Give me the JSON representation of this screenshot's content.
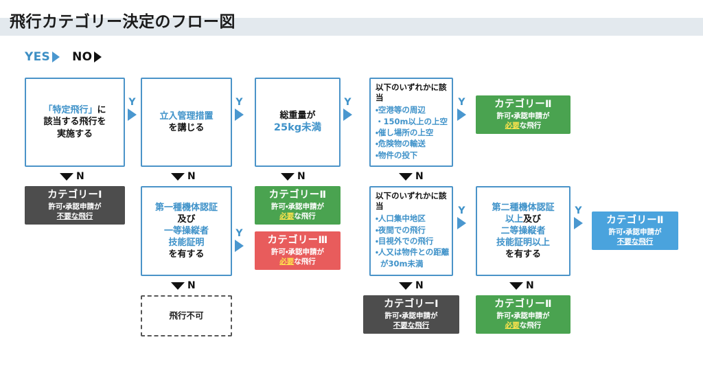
{
  "header": {
    "title": "飛行カテゴリー決定のフロー図"
  },
  "legend": {
    "yes_label": "YES",
    "no_label": "NO",
    "yes_icon": "triangle-right-icon",
    "no_icon": "triangle-right-icon"
  },
  "connectors": {
    "yes_label": "Y",
    "no_label": "N"
  },
  "nodes": {
    "q_specific_flight": {
      "line1_blue": "「特定飛行」",
      "line1_rest": "に",
      "line2": "該当する飛行を",
      "line3": "実施する"
    },
    "cat1_a": {
      "title": "カテゴリーⅠ",
      "sub1": "許可・承認申請が",
      "sub2": "不要な飛行"
    },
    "q_entry_control": {
      "line1_blue": "立入管理措置",
      "line2": "を講じる"
    },
    "q_type1_cert": {
      "line1_blue": "第一種機体認証",
      "line2": "及び",
      "line3_blue": "一等操縦者",
      "line4_blue": "技能証明",
      "line5": "を有する"
    },
    "no_flight": {
      "label": "飛行不可"
    },
    "q_weight": {
      "line1": "総重量が",
      "line2_blue": "25kg未満"
    },
    "cat2_green_a": {
      "title": "カテゴリーⅡ",
      "sub1": "許可・承認申請が",
      "need": "必要",
      "sub2_tail": "な飛行"
    },
    "cat3_red": {
      "title": "カテゴリーⅢ",
      "sub1": "許可・承認申請が",
      "need": "必要",
      "sub2_tail": "な飛行"
    },
    "list_top": {
      "head": "以下のいずれかに該当",
      "items": [
        "・空港等の周辺",
        "・150m以上の上空",
        "・催し場所の上空",
        "・危険物の輸送",
        "・物件の投下"
      ]
    },
    "list_bottom": {
      "head": "以下のいずれかに該当",
      "items": [
        "・人口集中地区",
        "・夜間での飛行",
        "・目視外での飛行",
        "・人又は物件との距離"
      ],
      "item_cont": "が30m未満"
    },
    "cat2_green_top": {
      "title": "カテゴリーⅡ",
      "sub1": "許可・承認申請が",
      "need": "必要",
      "sub2_tail": "な飛行"
    },
    "q_type2_cert": {
      "line1_blue": "第二種機体認証",
      "line2_blue": "以上",
      "line2_black": "及び",
      "line3_blue": "二等操縦者",
      "line4_blue": "技能証明以上",
      "line5": "を有する"
    },
    "cat2_blue": {
      "title": "カテゴリーⅡ",
      "sub1": "許可・承認申請が",
      "sub2": "不要な飛行"
    },
    "cat1_bottom": {
      "title": "カテゴリーⅠ",
      "sub1": "許可・承認申請が",
      "sub2": "不要な飛行"
    },
    "cat2_green_bottom": {
      "title": "カテゴリーⅡ",
      "sub1": "許可・承認申請が",
      "need": "必要",
      "sub2_tail": "な飛行"
    }
  },
  "colors": {
    "accent_blue": "#4a93c8",
    "header_band": "#e3e9ee",
    "cat1_gray": "#4d4d4d",
    "cat2_green": "#4aa350",
    "cat3_red": "#e85c5c",
    "cat2_blue": "#4aa3dd",
    "need_yellow": "#ffe44d"
  }
}
